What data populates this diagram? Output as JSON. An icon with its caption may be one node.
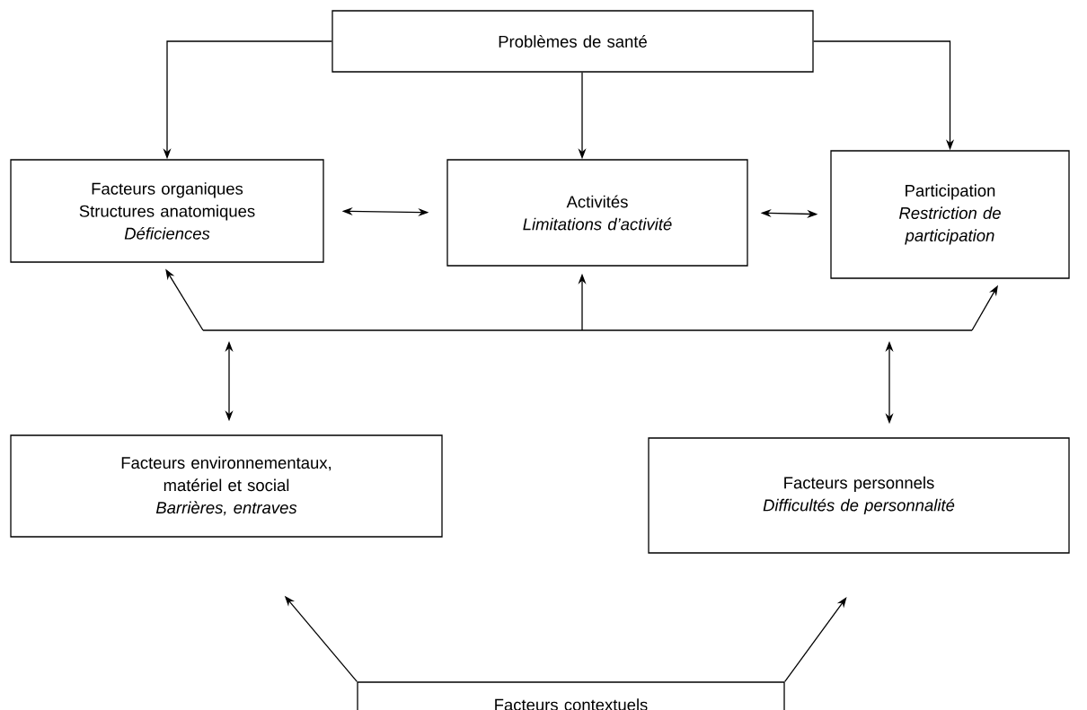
{
  "diagram": {
    "nodes": [
      {
        "text": [
          "Problèmes de santé"
        ]
      },
      {
        "text": [
          "Facteurs organiques",
          "Structures anatomiques",
          "Déficiences"
        ]
      },
      {
        "text": [
          "Activités",
          "Limitations d’activité"
        ]
      },
      {
        "text": [
          "Participation",
          "Restriction de participation"
        ]
      },
      {
        "text": [
          "Facteurs environnementaux, matériel et social",
          "Barrières, entraves"
        ]
      },
      {
        "text": [
          "Facteurs personnels",
          "Difficultés de personnalité"
        ]
      },
      {
        "text": [
          "Facteurs contextuels"
        ]
      }
    ],
    "edges": [
      {
        "from": 0,
        "to": 1,
        "arrow": "to"
      },
      {
        "from": 0,
        "to": 2,
        "arrow": "to"
      },
      {
        "from": 0,
        "to": 3,
        "arrow": "to"
      },
      {
        "from": 1,
        "to": 2,
        "arrow": "both"
      },
      {
        "from": 2,
        "to": 3,
        "arrow": "both"
      },
      {
        "from": null,
        "to": 1,
        "arrow": "to"
      },
      {
        "from": null,
        "to": 2,
        "arrow": "to"
      },
      {
        "from": null,
        "to": 3,
        "arrow": "to"
      },
      {
        "from": 4,
        "to": null,
        "arrow": "both"
      },
      {
        "from": 5,
        "to": null,
        "arrow": "both"
      },
      {
        "from": 6,
        "to": 4,
        "arrow": "to"
      },
      {
        "from": 6,
        "to": 5,
        "arrow": "to"
      }
    ]
  }
}
